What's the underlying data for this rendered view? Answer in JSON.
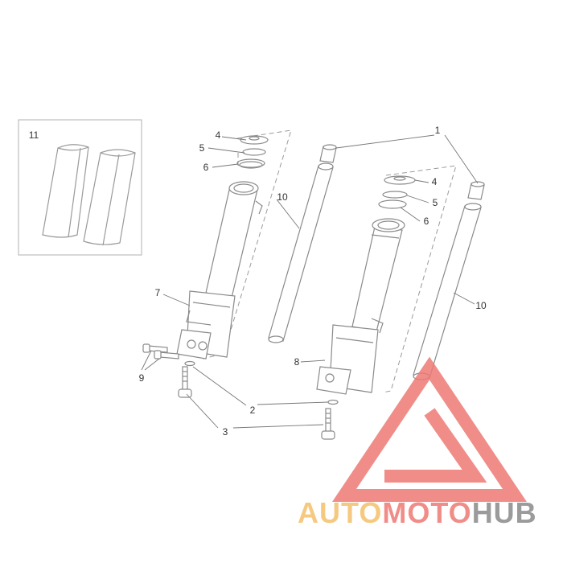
{
  "diagram": {
    "callouts": {
      "c1": "1",
      "c2": "2",
      "c3": "3",
      "c4a": "4",
      "c4b": "4",
      "c5a": "5",
      "c5b": "5",
      "c6a": "6",
      "c6b": "6",
      "c7": "7",
      "c8": "8",
      "c9": "9",
      "c10a": "10",
      "c10b": "10",
      "c11": "11"
    }
  },
  "watermark": {
    "part1": "AUTO",
    "part2": "MOTO",
    "part3": "HUB",
    "colors": {
      "auto": "#f5c06a",
      "moto": "#ef7a74",
      "hub": "#8a8a8a",
      "triangle": "#ef7a74"
    }
  }
}
